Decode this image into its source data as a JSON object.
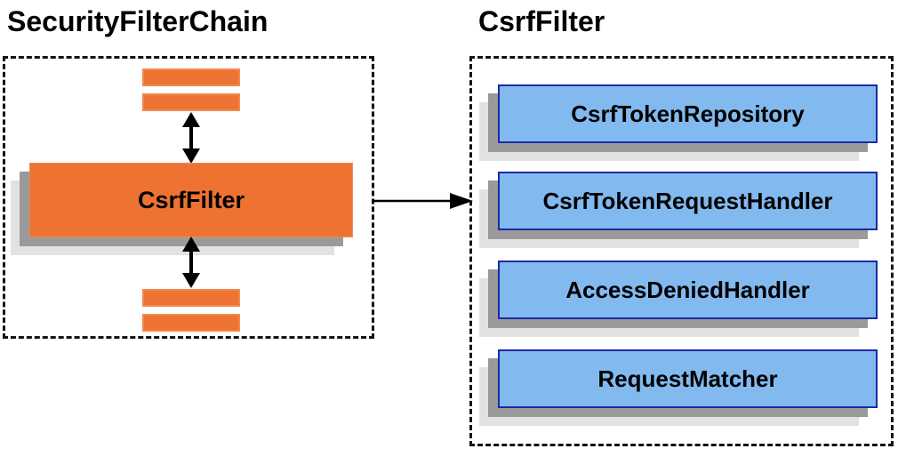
{
  "diagram": {
    "left": {
      "title": "SecurityFilterChain",
      "filter_label": "CsrfFilter"
    },
    "right": {
      "title": "CsrfFilter",
      "components": [
        {
          "label": "CsrfTokenRepository"
        },
        {
          "label": "CsrfTokenRequestHandler"
        },
        {
          "label": "AccessDeniedHandler"
        },
        {
          "label": "RequestMatcher"
        }
      ]
    },
    "colors": {
      "orange_fill": "#EE7333",
      "orange_border": "#F18A52",
      "blue_fill": "#82B9EF",
      "blue_border": "#1B2AA6",
      "shadow_dark": "#9A9A9A",
      "shadow_light": "#E2E2E2",
      "line_color": "#000000"
    }
  }
}
